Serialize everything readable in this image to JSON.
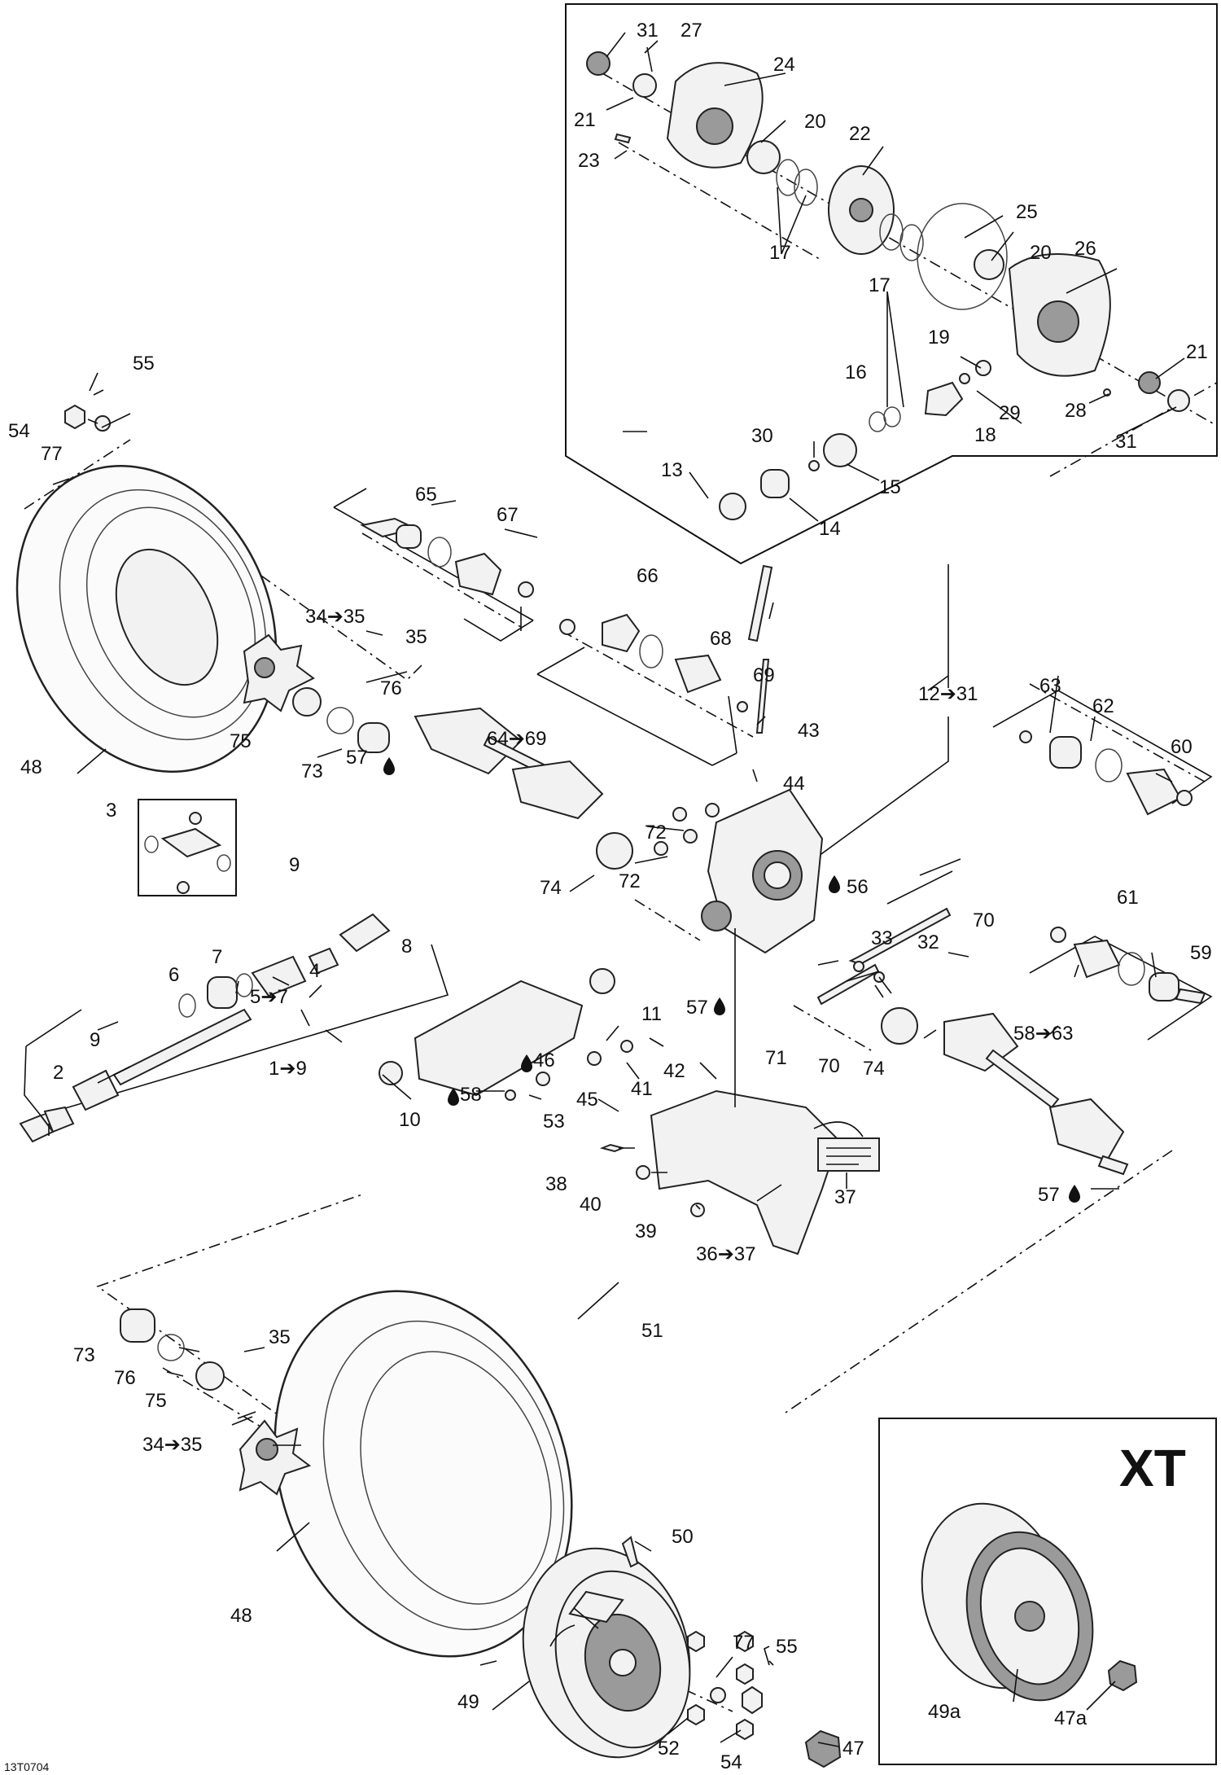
{
  "diagram": {
    "figure_code": "13T0704",
    "inset_title": "XT",
    "labels": [
      {
        "id": "c31a",
        "text": "31"
      },
      {
        "id": "c27",
        "text": "27"
      },
      {
        "id": "c24",
        "text": "24"
      },
      {
        "id": "c21a",
        "text": "21"
      },
      {
        "id": "c20a",
        "text": "20"
      },
      {
        "id": "c23",
        "text": "23"
      },
      {
        "id": "c22",
        "text": "22"
      },
      {
        "id": "c17a",
        "text": "17"
      },
      {
        "id": "c25",
        "text": "25"
      },
      {
        "id": "c20b",
        "text": "20"
      },
      {
        "id": "c26",
        "text": "26"
      },
      {
        "id": "c17b",
        "text": "17"
      },
      {
        "id": "c19",
        "text": "19"
      },
      {
        "id": "c21b",
        "text": "21"
      },
      {
        "id": "c16",
        "text": "16"
      },
      {
        "id": "c29",
        "text": "29"
      },
      {
        "id": "c28",
        "text": "28"
      },
      {
        "id": "c18",
        "text": "18"
      },
      {
        "id": "c31b",
        "text": "31"
      },
      {
        "id": "c30",
        "text": "30"
      },
      {
        "id": "c13",
        "text": "13"
      },
      {
        "id": "c15",
        "text": "15"
      },
      {
        "id": "c14",
        "text": "14"
      },
      {
        "id": "c55a",
        "text": "55"
      },
      {
        "id": "c54a",
        "text": "54"
      },
      {
        "id": "c77a",
        "text": "77"
      },
      {
        "id": "c65",
        "text": "65"
      },
      {
        "id": "c67",
        "text": "67"
      },
      {
        "id": "c66",
        "text": "66"
      },
      {
        "id": "c34a",
        "text": "34➔35"
      },
      {
        "id": "c35a",
        "text": "35"
      },
      {
        "id": "c68",
        "text": "68"
      },
      {
        "id": "c76a",
        "text": "76"
      },
      {
        "id": "c69",
        "text": "69"
      },
      {
        "id": "c12",
        "text": "12➔31"
      },
      {
        "id": "c63",
        "text": "63"
      },
      {
        "id": "c62",
        "text": "62"
      },
      {
        "id": "c48a",
        "text": "48"
      },
      {
        "id": "c75a",
        "text": "75"
      },
      {
        "id": "c64",
        "text": "64➔69"
      },
      {
        "id": "c43",
        "text": "43"
      },
      {
        "id": "c60",
        "text": "60"
      },
      {
        "id": "c73a",
        "text": "73"
      },
      {
        "id": "c57a",
        "text": "57"
      },
      {
        "id": "c44",
        "text": "44"
      },
      {
        "id": "c3",
        "text": "3"
      },
      {
        "id": "c72a",
        "text": "72"
      },
      {
        "id": "c74a",
        "text": "74"
      },
      {
        "id": "c72b",
        "text": "72"
      },
      {
        "id": "c56",
        "text": "56"
      },
      {
        "id": "c70a",
        "text": "70"
      },
      {
        "id": "c61",
        "text": "61"
      },
      {
        "id": "c9a",
        "text": "9"
      },
      {
        "id": "c8",
        "text": "8"
      },
      {
        "id": "c59",
        "text": "59"
      },
      {
        "id": "c7",
        "text": "7"
      },
      {
        "id": "c6",
        "text": "6"
      },
      {
        "id": "c4",
        "text": "4"
      },
      {
        "id": "c33",
        "text": "33"
      },
      {
        "id": "c32",
        "text": "32"
      },
      {
        "id": "c5",
        "text": "5➔7"
      },
      {
        "id": "c11",
        "text": "11"
      },
      {
        "id": "c57b",
        "text": "57"
      },
      {
        "id": "c9b",
        "text": "9"
      },
      {
        "id": "c58a",
        "text": "58➔63"
      },
      {
        "id": "c42",
        "text": "42"
      },
      {
        "id": "c71",
        "text": "71"
      },
      {
        "id": "c70b",
        "text": "70"
      },
      {
        "id": "c74b",
        "text": "74"
      },
      {
        "id": "c2",
        "text": "2"
      },
      {
        "id": "c1",
        "text": "1➔9"
      },
      {
        "id": "c46",
        "text": "46"
      },
      {
        "id": "c41",
        "text": "41"
      },
      {
        "id": "c58b",
        "text": "58"
      },
      {
        "id": "c45",
        "text": "45"
      },
      {
        "id": "c10",
        "text": "10"
      },
      {
        "id": "c53",
        "text": "53"
      },
      {
        "id": "c38",
        "text": "38"
      },
      {
        "id": "c37",
        "text": "37"
      },
      {
        "id": "c40",
        "text": "40"
      },
      {
        "id": "c57c",
        "text": "57"
      },
      {
        "id": "c39",
        "text": "39"
      },
      {
        "id": "c36",
        "text": "36➔37"
      },
      {
        "id": "c35b",
        "text": "35"
      },
      {
        "id": "c73b",
        "text": "73"
      },
      {
        "id": "c76b",
        "text": "76"
      },
      {
        "id": "c75b",
        "text": "75"
      },
      {
        "id": "c34b",
        "text": "34➔35"
      },
      {
        "id": "c51",
        "text": "51"
      },
      {
        "id": "c50",
        "text": "50"
      },
      {
        "id": "c48b",
        "text": "48"
      },
      {
        "id": "c77b",
        "text": "77"
      },
      {
        "id": "c55b",
        "text": "55"
      },
      {
        "id": "c49",
        "text": "49"
      },
      {
        "id": "c49a",
        "text": "49a"
      },
      {
        "id": "c47a",
        "text": "47a"
      },
      {
        "id": "c47",
        "text": "47"
      },
      {
        "id": "c52",
        "text": "52"
      },
      {
        "id": "c54b",
        "text": "54"
      }
    ]
  }
}
